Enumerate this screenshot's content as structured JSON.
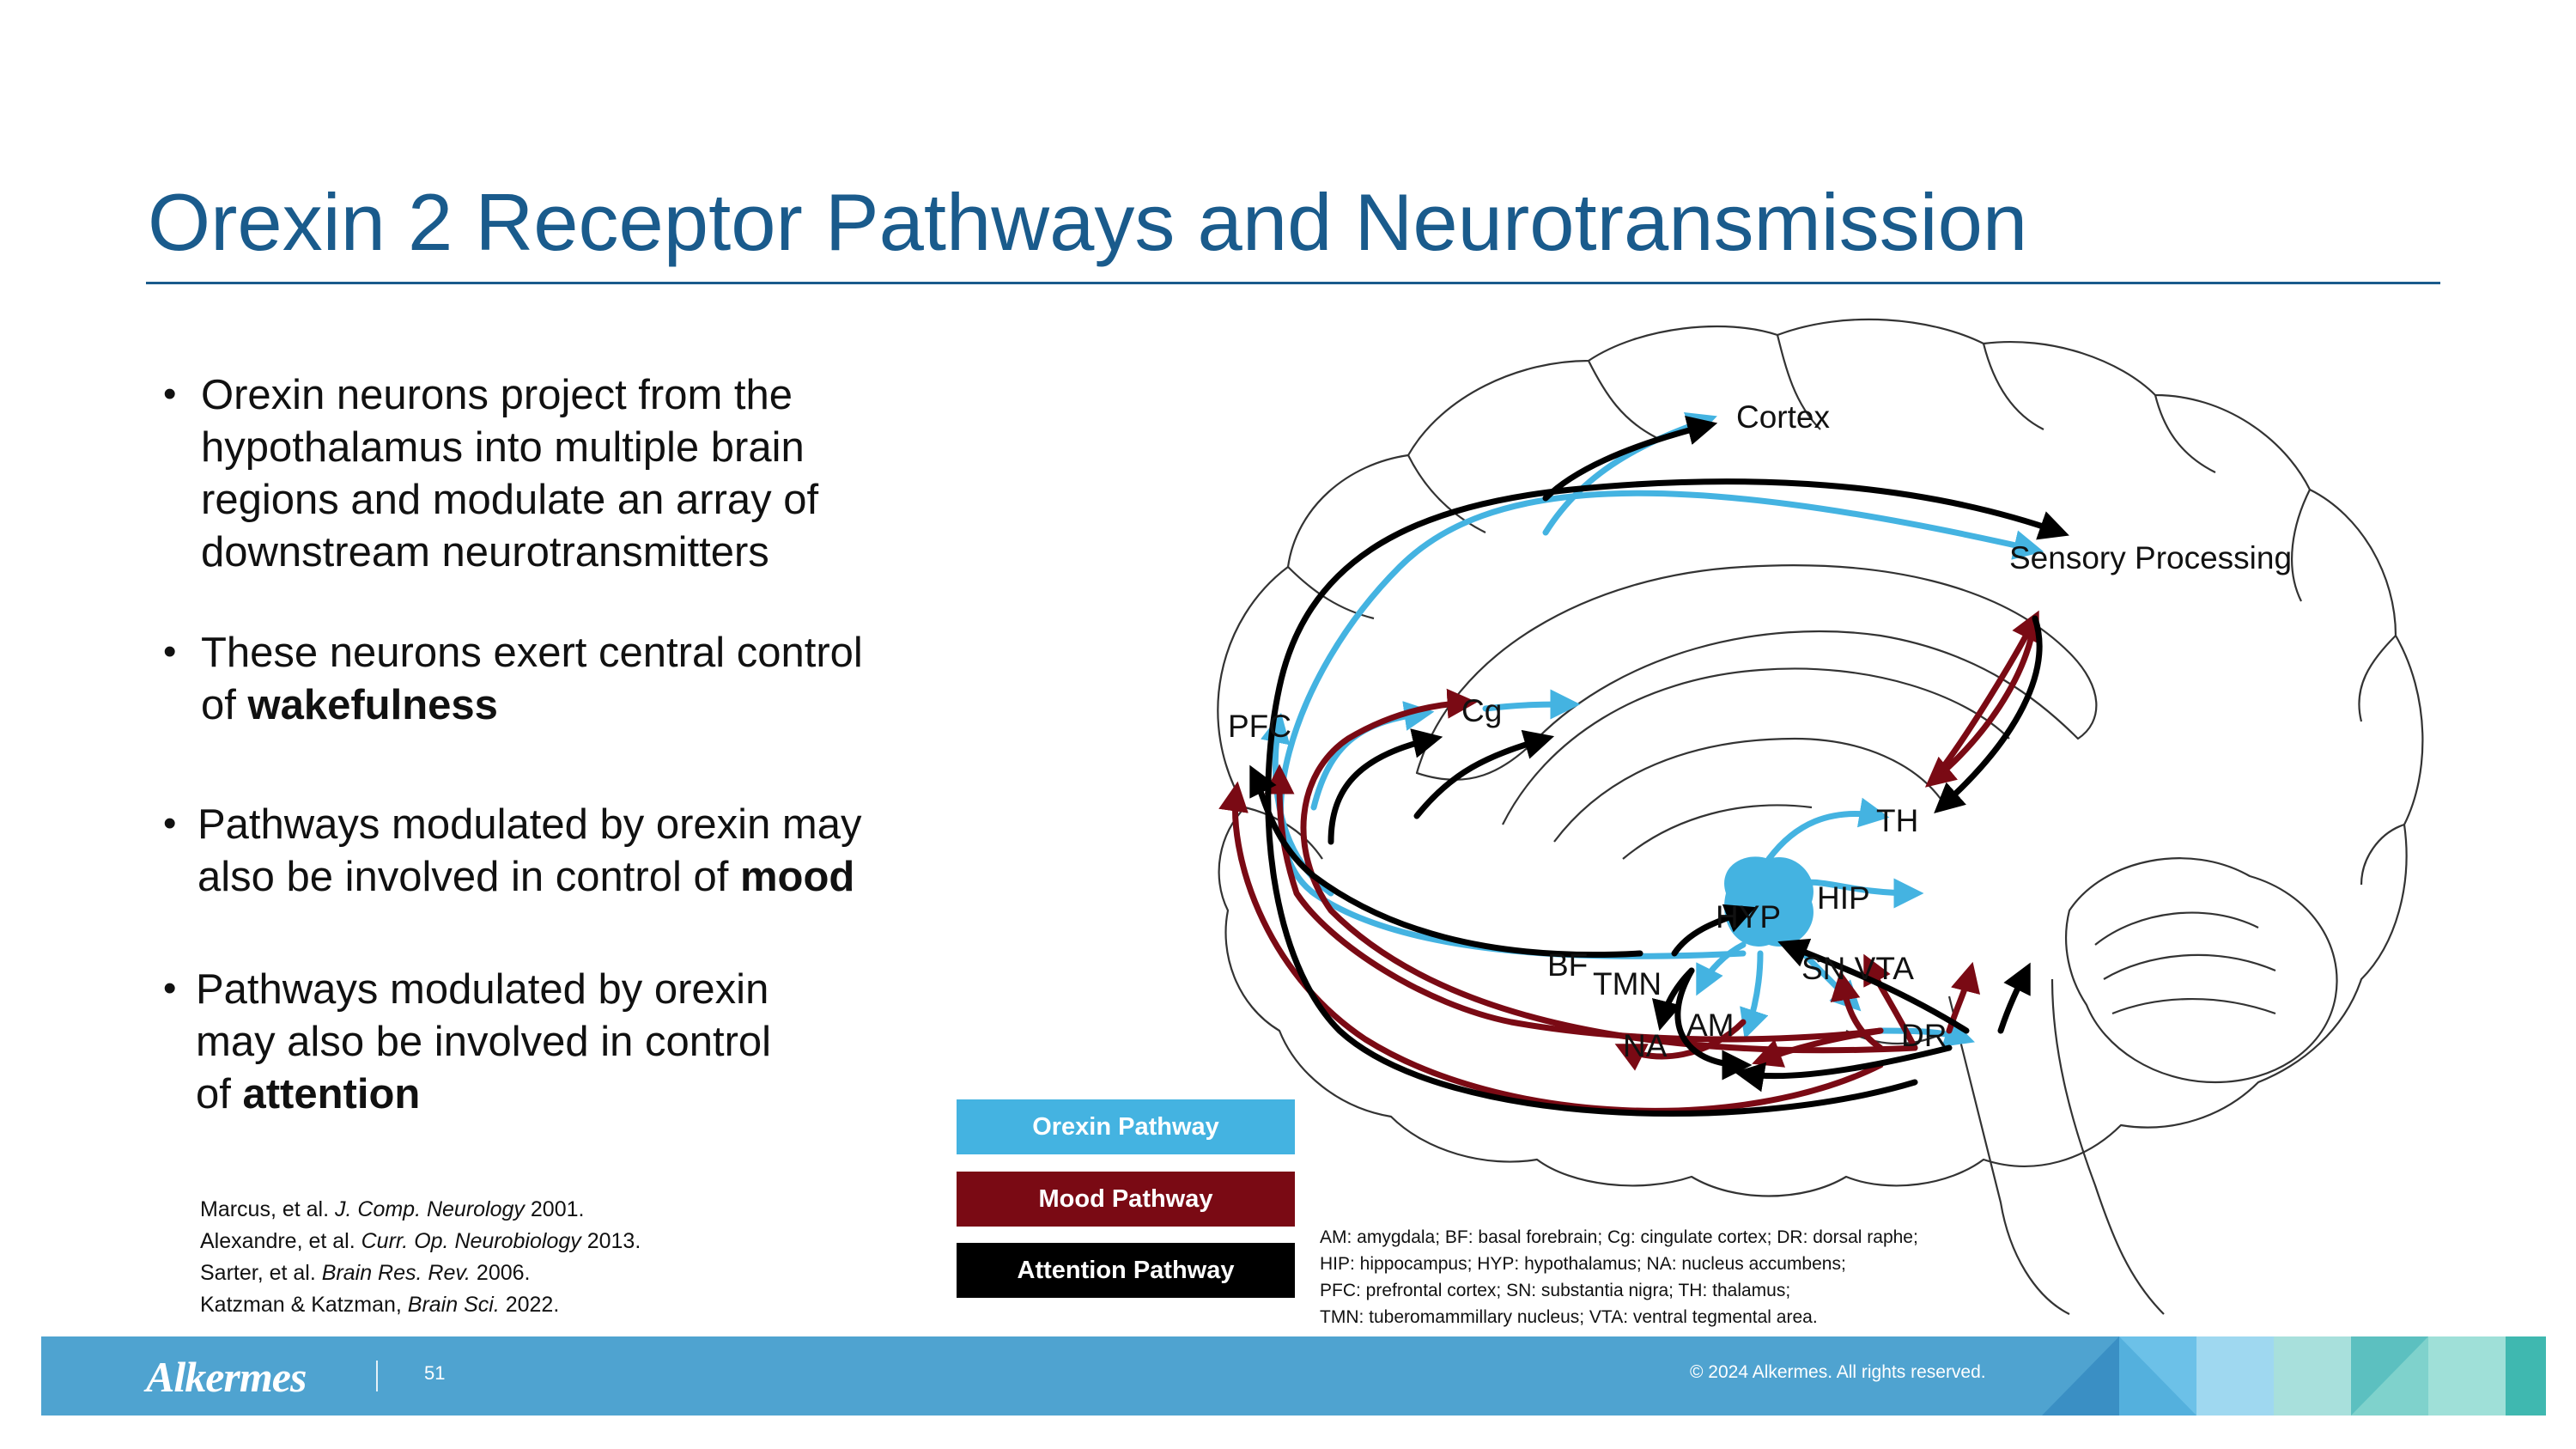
{
  "slide": {
    "title": "Orexin 2 Receptor Pathways and Neurotransmission"
  },
  "bullets": [
    {
      "text": "Orexin neurons project from the hypothalamus into multiple brain regions and modulate an array of downstream neurotransmitters",
      "lines": [
        "Orexin neurons project from the",
        "hypothalamus into multiple brain",
        "regions and modulate an array of",
        "downstream neurotransmitters"
      ],
      "bold": ""
    },
    {
      "lines": [
        "These neurons exert central control",
        "of "
      ],
      "bold": "wakefulness"
    },
    {
      "lines": [
        "Pathways modulated by orexin may",
        "also be involved in control of "
      ],
      "bold": "mood"
    },
    {
      "lines": [
        "Pathways modulated by orexin",
        "may also be involved in control",
        "of "
      ],
      "bold": "attention"
    }
  ],
  "references": [
    {
      "pre": "Marcus, et al. ",
      "journal": "J. Comp. Neurology",
      "post": " 2001."
    },
    {
      "pre": "Alexandre, et al. ",
      "journal": "Curr. Op. Neurobiology",
      "post": " 2013."
    },
    {
      "pre": "Sarter, et al. ",
      "journal": "Brain Res. Rev.",
      "post": " 2006."
    },
    {
      "pre": "Katzman & Katzman, ",
      "journal": "Brain Sci.",
      "post": " 2022."
    }
  ],
  "legend": [
    {
      "label": "Orexin Pathway",
      "color": "#44b3e1"
    },
    {
      "label": "Mood Pathway",
      "color": "#7a0a14"
    },
    {
      "label": "Attention Pathway",
      "color": "#000000"
    }
  ],
  "diagram": {
    "regions": {
      "cortex": "Cortex",
      "sensory": "Sensory Processing",
      "pfc": "PFC",
      "cg": "Cg",
      "th": "TH",
      "hip": "HIP",
      "hyp": "HYP",
      "sn_vta": "SN VTA",
      "bf": "BF",
      "tmn": "TMN",
      "na": "NA",
      "am": "AM",
      "dr": "DR"
    }
  },
  "abbreviations": [
    "AM: amygdala; BF: basal forebrain; Cg: cingulate cortex; DR: dorsal raphe;",
    "HIP: hippocampus; HYP: hypothalamus; NA: nucleus accumbens;",
    "PFC: prefrontal cortex; SN: substantia nigra; TH: thalamus;",
    "TMN: tuberomammillary nucleus; VTA: ventral tegmental area."
  ],
  "footer": {
    "logo": "Alkermes",
    "page_number": "51",
    "copyright": "© 2024 Alkermes. All rights reserved."
  },
  "colors": {
    "title": "#1a5b8c",
    "orexin": "#44b3e1",
    "mood": "#7a0a14",
    "attention": "#000000",
    "footer": "#4fa3d0"
  }
}
